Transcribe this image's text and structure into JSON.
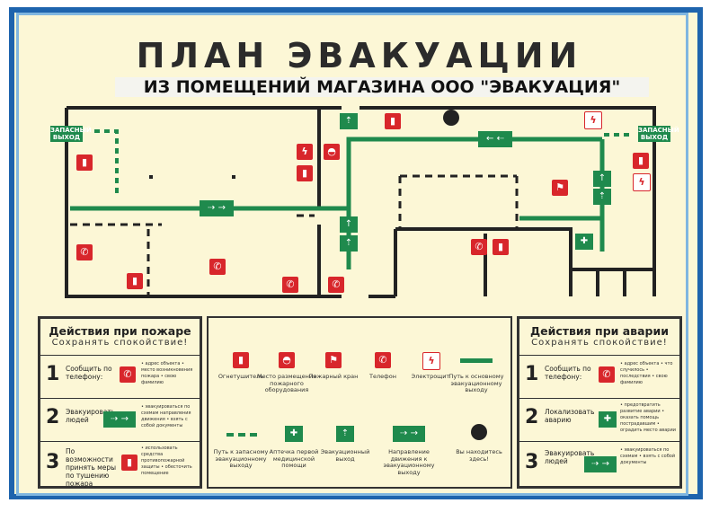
{
  "header": {
    "title": "ПЛАН    ЭВАКУАЦИИ",
    "subtitle": "ИЗ ПОМЕЩЕНИЙ МАГАЗИНА ООО \"ЭВАКУАЦИЯ\""
  },
  "exits": {
    "left": "ЗАПАСНЫЙ ВЫХОД",
    "right": "ЗАПАСНЫЙ ВЫХОД"
  },
  "fire_panel": {
    "heading": "Действия при пожаре",
    "sub": "Сохранять спокойствие!",
    "steps": [
      {
        "num": "1",
        "text": "Сообщить по телефону:",
        "note": "• адрес объекта • место возникновения пожара • свою фамилию"
      },
      {
        "num": "2",
        "text": "Эвакуировать людей",
        "note": "• эвакуироваться по схемам направления движения • взять с собой документы"
      },
      {
        "num": "3",
        "text": "По возможности принять меры по тушению пожара",
        "note": "• использовать средства противопожарной защиты • обесточить помещение"
      }
    ]
  },
  "accident_panel": {
    "heading": "Действия при аварии",
    "sub": "Сохранять спокойствие!",
    "steps": [
      {
        "num": "1",
        "text": "Сообщить по телефону:",
        "note": "• адрес объекта • что случилось • последствия • свою фамилию"
      },
      {
        "num": "2",
        "text": "Локализовать аварию",
        "note": "• предотвратить развитие аварии • оказать помощь пострадавшим • оградить место аварии"
      },
      {
        "num": "3",
        "text": "Эвакуировать людей",
        "note": "• эвакуироваться по схемам • взять с собой документы"
      }
    ]
  },
  "legend": [
    {
      "label": "Огнетушитель",
      "icon": "extinguisher-icon"
    },
    {
      "label": "Место размещения пожарного оборудования",
      "icon": "fire-equipment-icon"
    },
    {
      "label": "Пожарный кран",
      "icon": "fire-hydrant-icon"
    },
    {
      "label": "Телефон",
      "icon": "phone-icon"
    },
    {
      "label": "Электрощит",
      "icon": "electric-panel-icon"
    },
    {
      "label": "Путь к основному эвакуационному выходу",
      "icon": "main-route-line"
    },
    {
      "label": "Путь к запасному эвакуационному выходу",
      "icon": "spare-route-line"
    },
    {
      "label": "Аптечка первой медицинской помощи",
      "icon": "first-aid-icon"
    },
    {
      "label": "Эвакуационный выход",
      "icon": "exit-icon"
    },
    {
      "label": "Направление движения к эвакуационному выходу",
      "icon": "direction-icon"
    },
    {
      "label": "Вы находитесь здесь!",
      "icon": "you-are-here-icon"
    }
  ],
  "colors": {
    "board_border": "#1e64ad",
    "background": "#fcf7d6",
    "route": "#1f8a4d",
    "sign": "#d8262b",
    "wall": "#222222"
  }
}
